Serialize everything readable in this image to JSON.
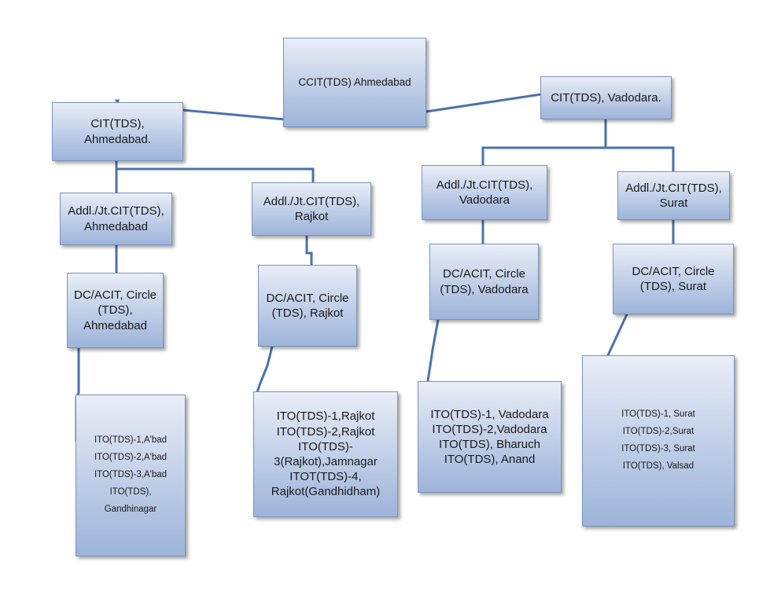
{
  "diagram": {
    "root": {
      "lines": [
        "CCIT(TDS) Ahmedabad"
      ]
    },
    "cit_ahmedabad": {
      "lines": [
        "CIT(TDS),",
        "Ahmedabad."
      ]
    },
    "cit_vadodara": {
      "lines": [
        "CIT(TDS), Vadodara."
      ]
    },
    "addl_ahmedabad": {
      "lines": [
        "Addl./Jt.CIT(TDS),",
        "Ahmedabad"
      ]
    },
    "addl_rajkot": {
      "lines": [
        "Addl./Jt.CIT(TDS),",
        "Rajkot"
      ]
    },
    "addl_vadodara": {
      "lines": [
        "Addl./Jt.CIT(TDS),",
        "Vadodara"
      ]
    },
    "addl_surat": {
      "lines": [
        "Addl./Jt.CIT(TDS),",
        "Surat"
      ]
    },
    "dc_ahmedabad": {
      "lines": [
        "DC/ACIT, Circle",
        "(TDS),",
        "Ahmedabad"
      ]
    },
    "dc_rajkot": {
      "lines": [
        "DC/ACIT, Circle",
        "(TDS), Rajkot"
      ]
    },
    "dc_vadodara": {
      "lines": [
        "DC/ACIT, Circle",
        "(TDS), Vadodara"
      ]
    },
    "dc_surat": {
      "lines": [
        "DC/ACIT, Circle",
        "(TDS), Surat"
      ]
    },
    "ito_ahmedabad": {
      "lines": [
        "ITO(TDS)-1,A'bad",
        "ITO(TDS)-2,A'bad",
        "ITO(TDS)-3,A'bad",
        "ITO(TDS),",
        "Gandhinagar"
      ]
    },
    "ito_rajkot": {
      "lines": [
        "ITO(TDS)-1,Rajkot",
        "ITO(TDS)-2,Rajkot",
        "ITO(TDS)-",
        "3(Rajkot),Jamnagar",
        "ITOT(TDS)-4,",
        "Rajkot(Gandhidham)"
      ]
    },
    "ito_vadodara": {
      "lines": [
        "ITO(TDS)-1, Vadodara",
        "ITO(TDS)-2,Vadodara",
        "ITO(TDS), Bharuch",
        "ITO(TDS), Anand"
      ]
    },
    "ito_surat": {
      "lines": [
        "ITO(TDS)-1, Surat",
        "ITO(TDS)-2,Surat",
        "ITO(TDS)-3, Surat",
        "ITO(TDS), Valsad"
      ]
    }
  },
  "colors": {
    "connector": "#4a72ad",
    "box_border": "#7a93bf",
    "box_top": "#e9eef7",
    "box_bottom": "#9db4da"
  }
}
